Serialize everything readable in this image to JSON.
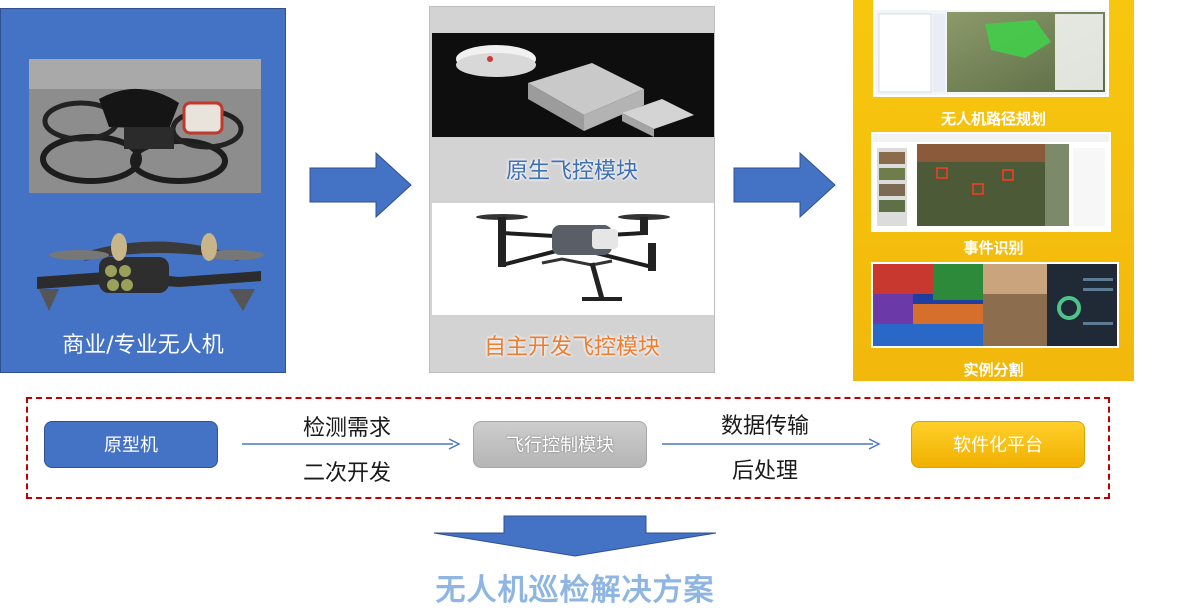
{
  "panels": {
    "drones": {
      "caption": "商业/专业无人机"
    },
    "flight_control": {
      "native_label": "原生飞控模块",
      "custom_label": "自主开发飞控模块"
    },
    "platform": {
      "path_label": "无人机路径规划",
      "event_label": "事件识别",
      "segment_label": "实例分割"
    }
  },
  "workflow": {
    "prototype": "原型机",
    "edge1_top": "检测需求",
    "edge1_bottom": "二次开发",
    "fc_module": "飞行控制模块",
    "edge2_top": "数据传输",
    "edge2_bottom": "后处理",
    "software": "软件化平台"
  },
  "solution_title": "无人机巡检解决方案",
  "colors": {
    "blue": "#4472c4",
    "yellow": "#f5c00e",
    "gray": "#c8c8c8",
    "orange": "#ed7d31",
    "dashed_red": "#c00000"
  }
}
